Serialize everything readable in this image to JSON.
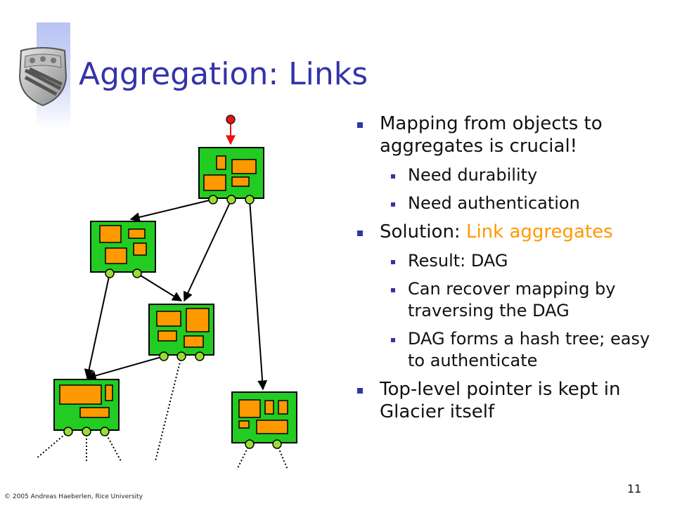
{
  "slide": {
    "title": "Aggregation: Links",
    "bullets": [
      {
        "text": "Mapping from objects to aggregates is crucial!",
        "sub": [
          "Need durability",
          "Need authentication"
        ]
      },
      {
        "text_prefix": "Solution: ",
        "text_highlight": "Link aggregates",
        "sub": [
          "Result: DAG",
          "Can recover mapping by traversing the DAG",
          "DAG forms a hash tree; easy to authenticate"
        ]
      },
      {
        "text": "Top-level pointer is kept in Glacier itself",
        "sub": []
      }
    ],
    "footer_credit": "© 2005 Andreas Haeberlen, Rice University",
    "slide_number": "11"
  },
  "colors": {
    "title": "#3333aa",
    "bullet_marker": "#3333aa",
    "highlight": "#ff9900",
    "node_fill": "#22cc22",
    "block_fill": "#ff9900",
    "port_fill": "#99dd33",
    "root_pointer": "#ee1111"
  },
  "icons": {
    "logo": "rice-university-shield-icon"
  }
}
